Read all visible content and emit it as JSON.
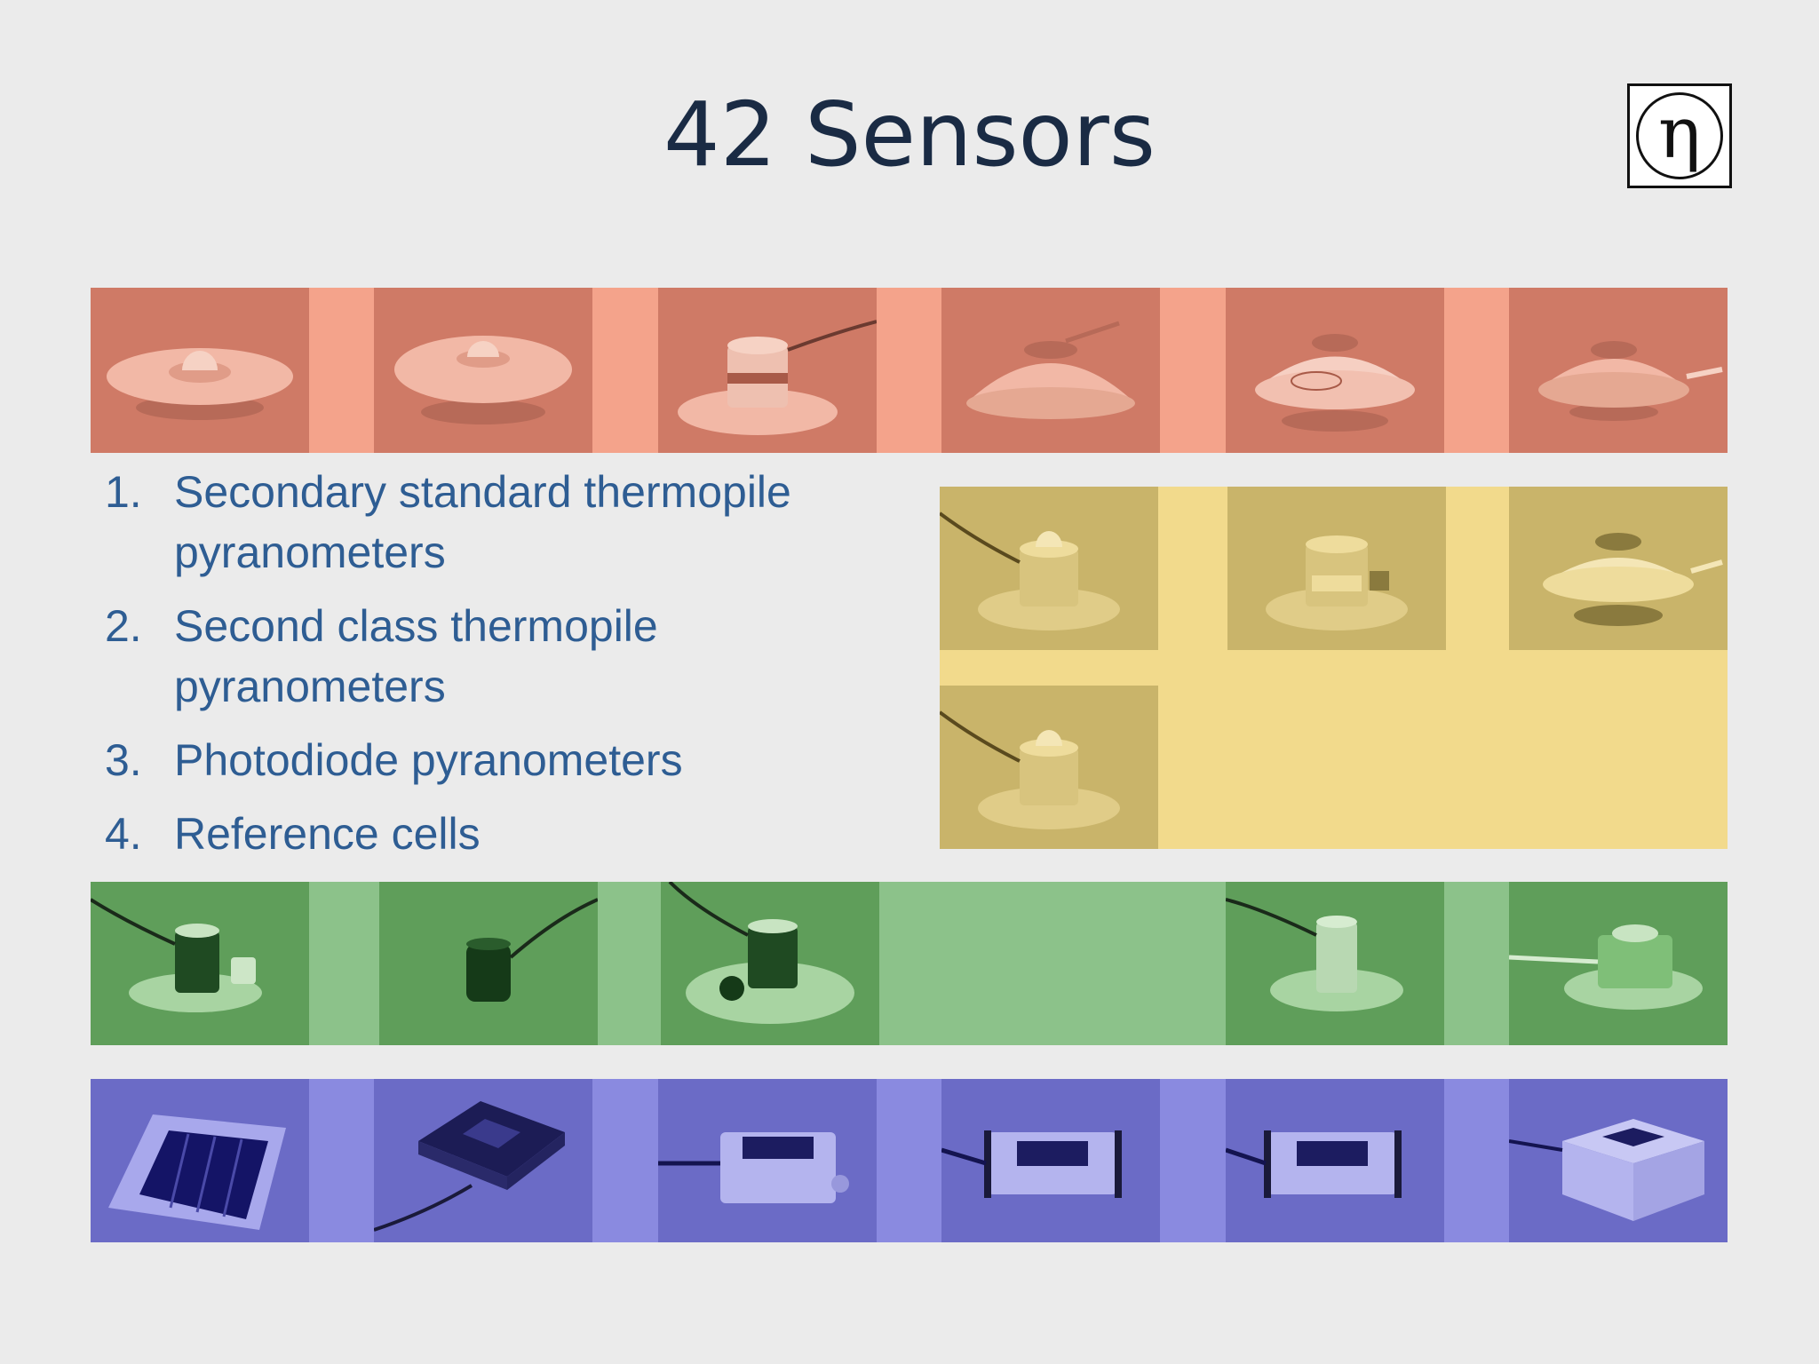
{
  "slide": {
    "title": "42 Sensors",
    "logo_symbol": "η",
    "list": [
      {
        "num": "1.",
        "text": "Secondary standard thermopile pyranometers"
      },
      {
        "num": "2.",
        "text": "Second class thermopile pyranometers"
      },
      {
        "num": "3.",
        "text": "Photodiode pyranometers"
      },
      {
        "num": "4.",
        "text": "Reference cells"
      }
    ],
    "colors": {
      "background": "#ebebeb",
      "title": "#1a2b44",
      "list_text": "#2e5d93",
      "band_red": "#f4a38b",
      "band_yellow": "#f2da8c",
      "band_green": "#8cc28a",
      "band_blue": "#8a8ae0"
    },
    "image_groups": {
      "secondary_standard": [
        "pyranometer-photo",
        "pyranometer-photo",
        "pyranometer-photo",
        "pyranometer-photo",
        "pyranometer-photo",
        "pyranometer-photo"
      ],
      "second_class": [
        "pyranometer-photo",
        "pyranometer-photo",
        "pyranometer-photo",
        "pyranometer-photo"
      ],
      "photodiode": [
        "photodiode-sensor-photo",
        "photodiode-sensor-photo",
        "photodiode-sensor-photo",
        "photodiode-sensor-photo",
        "photodiode-sensor-photo"
      ],
      "reference_cells": [
        "reference-cell-photo",
        "reference-cell-photo",
        "reference-cell-photo",
        "reference-cell-photo",
        "reference-cell-photo",
        "reference-cell-photo"
      ]
    }
  }
}
